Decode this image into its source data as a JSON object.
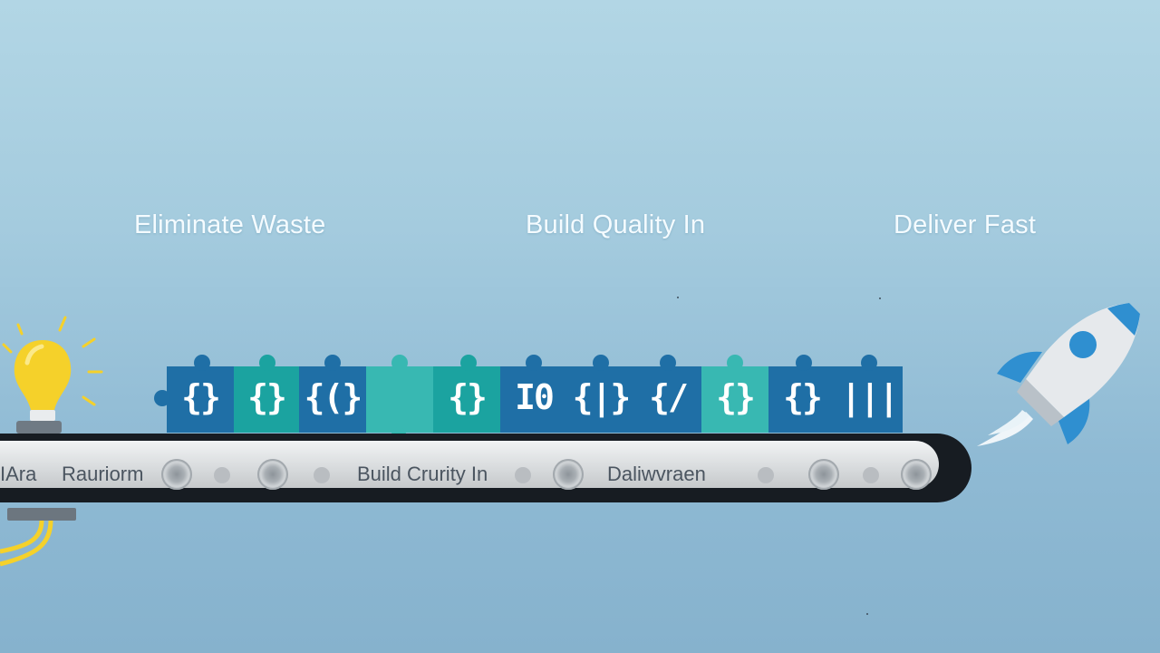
{
  "headings": {
    "step1": "Eliminate Waste",
    "step2": "Build Quality In",
    "step3": "Deliver Fast"
  },
  "belt": {
    "label_a": "IAra",
    "label_b": "Rauriorm",
    "label_c": "Build Crurity In",
    "label_d": "Daliwvraen"
  },
  "pieces": [
    {
      "glyph": "{}",
      "color": "blue"
    },
    {
      "glyph": "{}",
      "color": "teal"
    },
    {
      "glyph": "{(}",
      "color": "blue"
    },
    {
      "glyph": "",
      "color": "lteal"
    },
    {
      "glyph": "{}",
      "color": "teal"
    },
    {
      "glyph": "I0",
      "color": "blue"
    },
    {
      "glyph": "{|}",
      "color": "blue"
    },
    {
      "glyph": "{/",
      "color": "blue"
    },
    {
      "glyph": "{}",
      "color": "lteal"
    },
    {
      "glyph": "{}",
      "color": "blue"
    },
    {
      "glyph": "|||",
      "color": "blue"
    }
  ],
  "icons": {
    "left": "lightbulb-icon",
    "right": "rocket-icon"
  },
  "colors": {
    "block_blue": "#1f6fa6",
    "block_teal": "#1ba3a0",
    "bulb_yellow": "#f5d12a",
    "belt_dark": "#171c22"
  }
}
